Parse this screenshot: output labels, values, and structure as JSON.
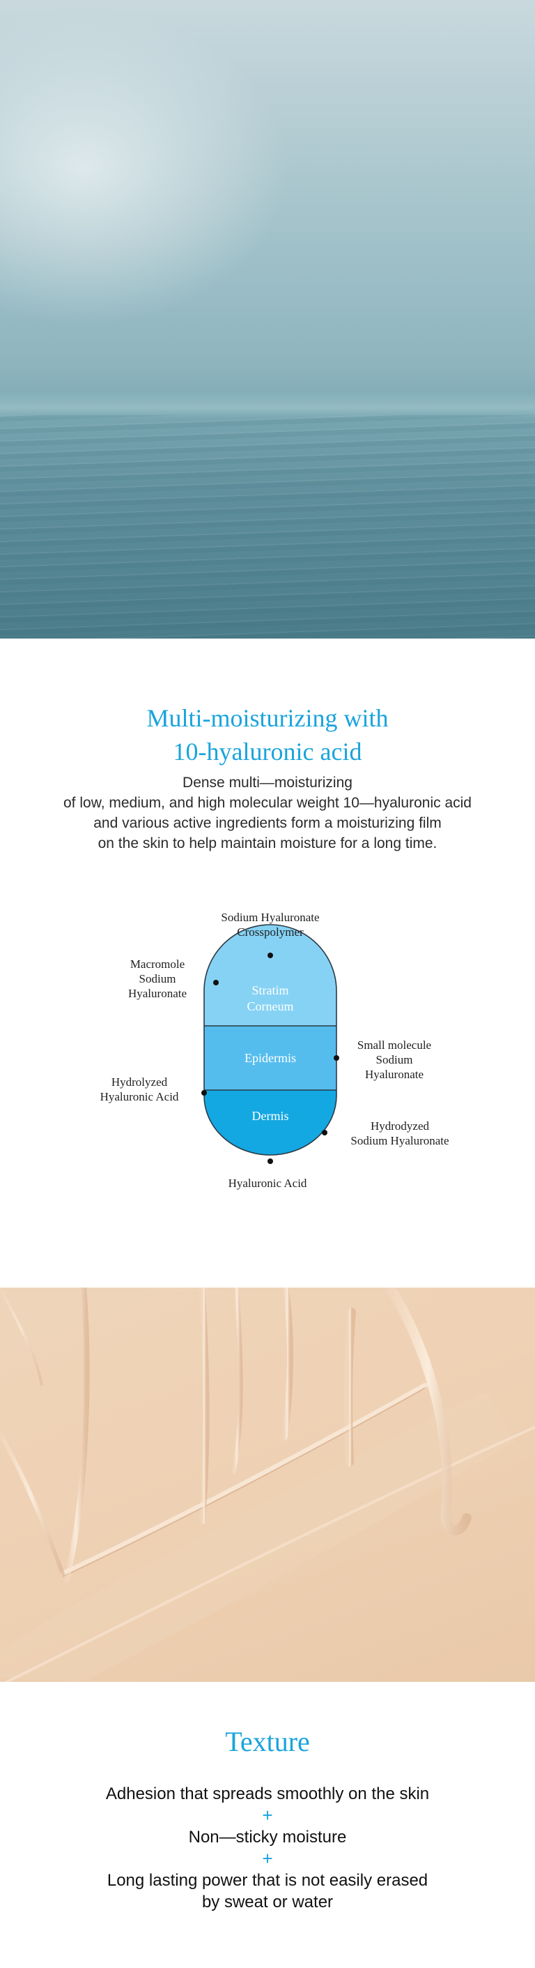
{
  "intro": {
    "headline": [
      "Multi-moisturizing with",
      "10-hyaluronic acid"
    ],
    "body": [
      "Dense multi—moisturizing",
      "of low, medium, and high molecular weight 10—hyaluronic acid",
      "and various active ingredients form a moisturizing film",
      "on the skin to help maintain moisture for a long time."
    ]
  },
  "diagram": {
    "layers": [
      {
        "label": [
          "Stratim",
          "Corneum"
        ],
        "color": "#86d2f4"
      },
      {
        "label": [
          "Epidermis"
        ],
        "color": "#55bdee"
      },
      {
        "label": [
          "Dermis"
        ],
        "color": "#14a8e2"
      }
    ],
    "labels": {
      "top": [
        "Sodium Hyaluronate",
        "Crosspolymer"
      ],
      "upper_left": [
        "Macromole",
        "Sodium",
        "Hyaluronate"
      ],
      "right": [
        "Small molecule",
        "Sodium",
        "Hyaluronate"
      ],
      "left": [
        "Hydrolyzed",
        "Hyaluronic Acid"
      ],
      "lower_right": [
        "Hydrodyzed",
        "Sodium Hyaluronate"
      ],
      "bottom": [
        "Hyaluronic Acid"
      ]
    }
  },
  "texture": {
    "title": "Texture",
    "lines": [
      "Adhesion that spreads smoothly on the skin",
      "Non—sticky moisture",
      [
        "Long lasting power that is not easily erased",
        "by sweat or water"
      ]
    ],
    "separator": "+",
    "accent_color": "#1aa4dc"
  }
}
